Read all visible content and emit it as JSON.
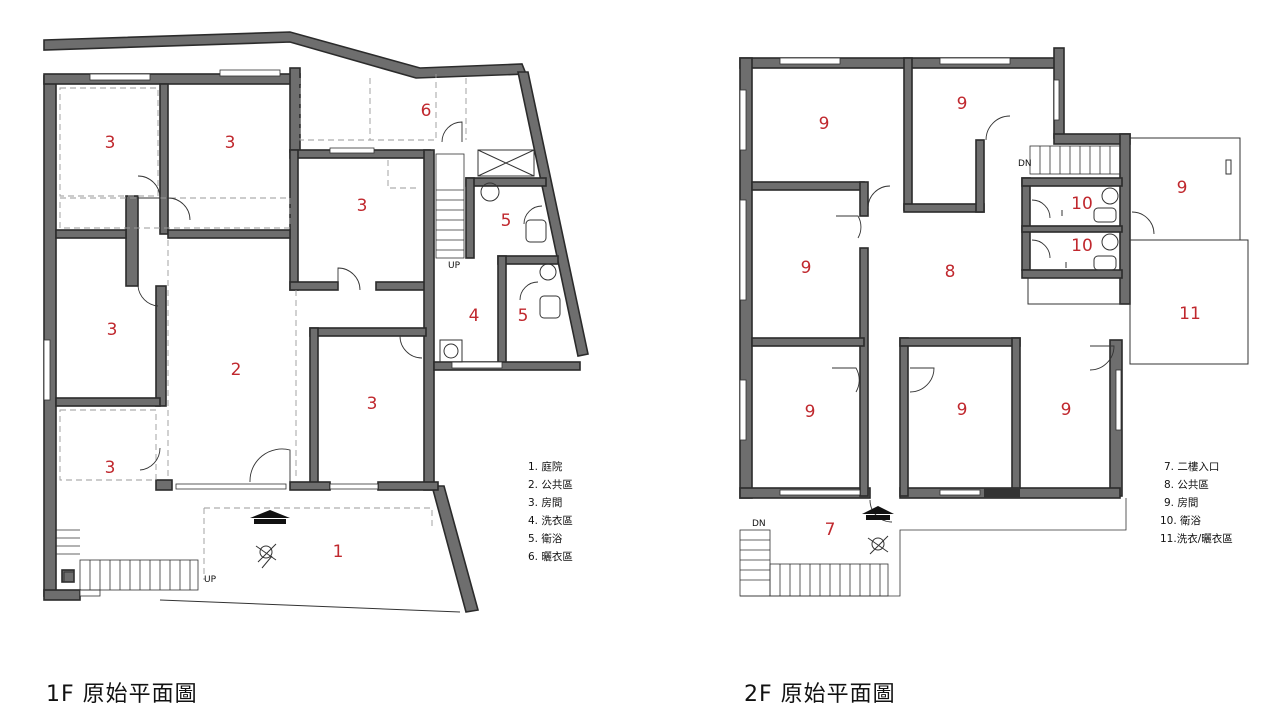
{
  "floor1": {
    "caption": "1F 原始平面圖",
    "room_numbers": [
      "3",
      "3",
      "3",
      "3",
      "3",
      "3",
      "2",
      "1",
      "4",
      "5",
      "5",
      "6"
    ],
    "legend": [
      "1. 庭院",
      "2. 公共區",
      "3. 房間",
      "4. 洗衣區",
      "5. 衛浴",
      "6. 曬衣區"
    ],
    "stair_labels": [
      "UP",
      "UP"
    ]
  },
  "floor2": {
    "caption": "2F 原始平面圖",
    "room_numbers": [
      "9",
      "9",
      "9",
      "9",
      "9",
      "9",
      "9",
      "8",
      "10",
      "10",
      "11",
      "7"
    ],
    "legend": [
      "7. 二樓入口",
      "8. 公共區",
      "9. 房間",
      "10. 衛浴",
      "11.洗衣/曬衣區"
    ],
    "stair_labels": [
      "DN",
      "DN"
    ]
  },
  "colors": {
    "room_number": "#c0282e",
    "wall": "#6e6e6e"
  }
}
